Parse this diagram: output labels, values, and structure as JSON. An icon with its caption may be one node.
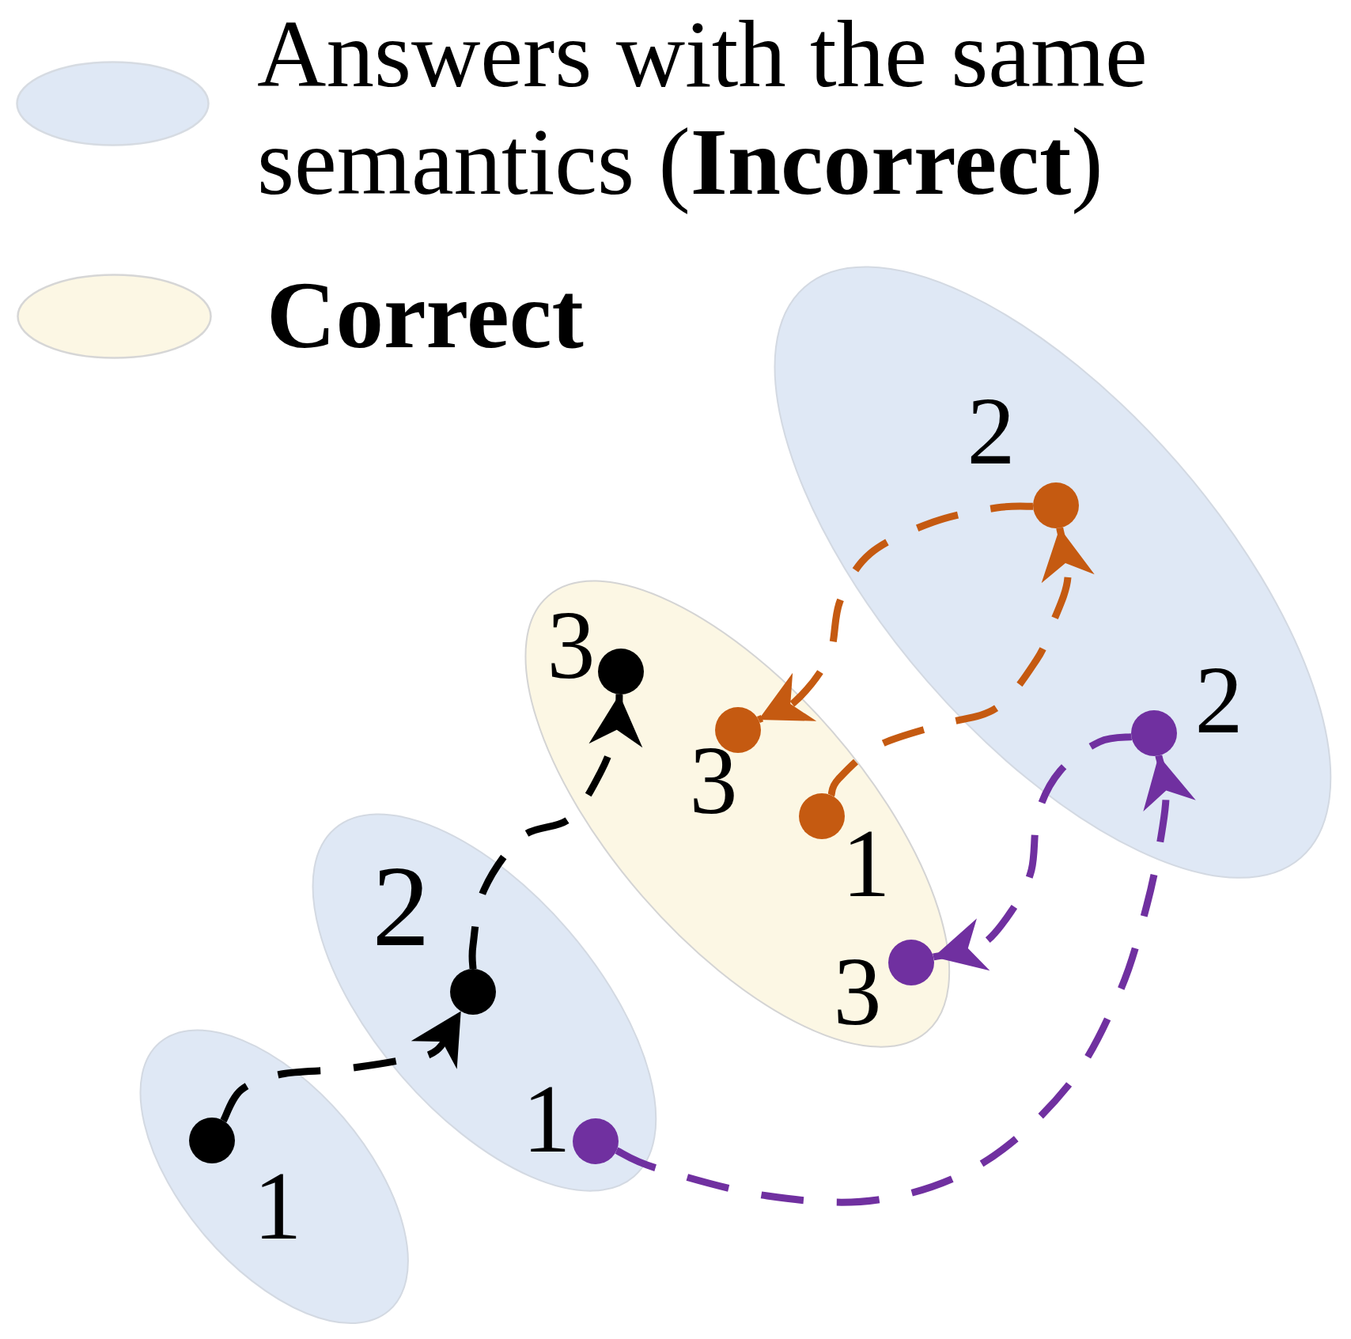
{
  "diagram": {
    "nodes": [
      {
        "text": [],
        "shape": "ellipse"
      },
      {
        "text": [],
        "shape": "circle",
        "in": 0,
        "beside": [
          "1"
        ]
      },
      {
        "text": [],
        "shape": "ellipse"
      },
      {
        "text": [],
        "shape": "circle",
        "in": 2,
        "beside": [
          "2"
        ]
      },
      {
        "text": [],
        "shape": "circle",
        "in": 2,
        "beside": [
          "1"
        ]
      },
      {
        "text": [],
        "shape": "ellipse"
      },
      {
        "text": [],
        "shape": "circle",
        "in": 5,
        "beside": [
          "3"
        ]
      },
      {
        "text": [],
        "shape": "circle",
        "in": 5,
        "beside": [
          "3"
        ]
      },
      {
        "text": [],
        "shape": "circle",
        "in": 5,
        "beside": [
          "1"
        ]
      },
      {
        "text": [],
        "shape": "circle",
        "in": 5,
        "beside": [
          "3"
        ]
      },
      {
        "text": [],
        "shape": "ellipse"
      },
      {
        "text": [],
        "shape": "circle",
        "in": 10,
        "beside": [
          "2"
        ]
      },
      {
        "text": [],
        "shape": "circle",
        "in": 10,
        "beside": [
          "2"
        ]
      }
    ],
    "edges": [
      {
        "from": 1,
        "to": 3,
        "arrow": "to",
        "style": "dashed",
        "color": "#000000"
      },
      {
        "from": 3,
        "to": 6,
        "arrow": "to",
        "style": "dashed",
        "color": "#000000"
      },
      {
        "from": 8,
        "to": 11,
        "arrow": "to",
        "style": "dashed",
        "color": "#c55a11"
      },
      {
        "from": 11,
        "to": 7,
        "arrow": "to",
        "style": "dashed",
        "color": "#c55a11"
      },
      {
        "from": 4,
        "to": 12,
        "arrow": "to",
        "style": "dashed",
        "color": "#7030a0"
      },
      {
        "from": 12,
        "to": 9,
        "arrow": "to",
        "style": "dashed",
        "color": "#7030a0"
      }
    ],
    "legend": [
      {
        "text": "Answers with the same semantics (**Incorrect**)",
        "color": "#dfe8f5"
      },
      {
        "text": "Correct",
        "color": "#fcf7e4"
      }
    ]
  }
}
